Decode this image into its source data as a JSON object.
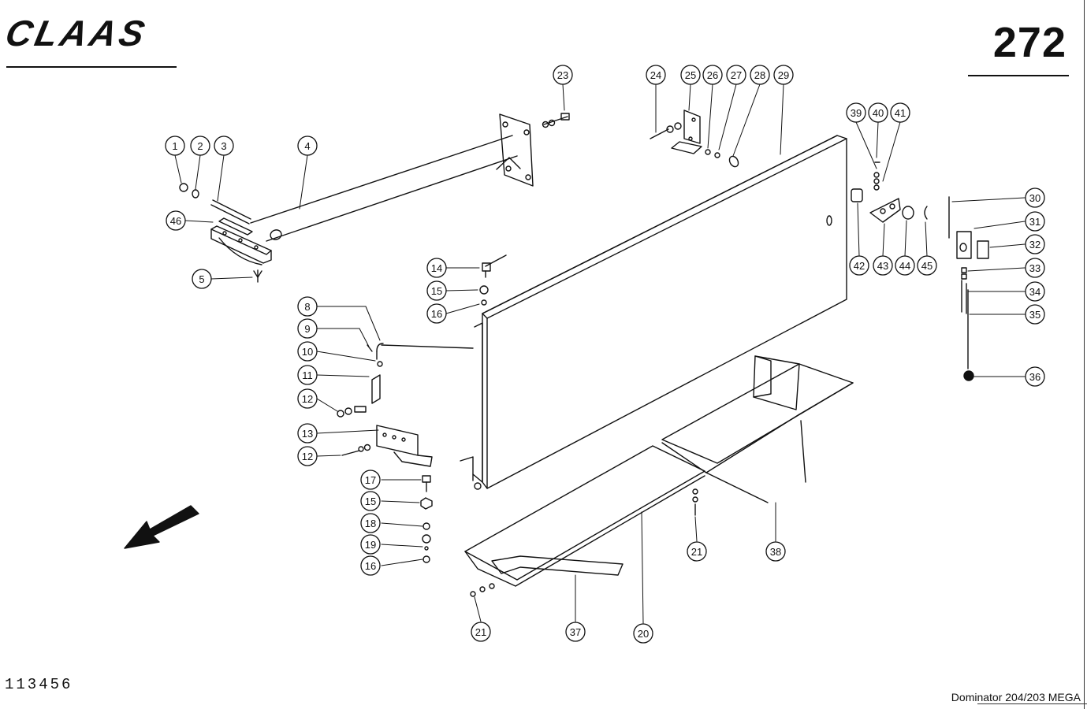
{
  "header": {
    "brand": "CLAAS",
    "page_number": "272"
  },
  "footer": {
    "document_number": "113456",
    "model": "Dominator 204/203 MEGA"
  },
  "callouts": [
    {
      "id": "c1",
      "label": "1"
    },
    {
      "id": "c2",
      "label": "2"
    },
    {
      "id": "c3",
      "label": "3"
    },
    {
      "id": "c4",
      "label": "4"
    },
    {
      "id": "c46",
      "label": "46"
    },
    {
      "id": "c5",
      "label": "5"
    },
    {
      "id": "c23",
      "label": "23"
    },
    {
      "id": "c24",
      "label": "24"
    },
    {
      "id": "c25",
      "label": "25"
    },
    {
      "id": "c26",
      "label": "26"
    },
    {
      "id": "c27",
      "label": "27"
    },
    {
      "id": "c28",
      "label": "28"
    },
    {
      "id": "c29",
      "label": "29"
    },
    {
      "id": "c39",
      "label": "39"
    },
    {
      "id": "c40",
      "label": "40"
    },
    {
      "id": "c41",
      "label": "41"
    },
    {
      "id": "c30",
      "label": "30"
    },
    {
      "id": "c31",
      "label": "31"
    },
    {
      "id": "c32",
      "label": "32"
    },
    {
      "id": "c33",
      "label": "33"
    },
    {
      "id": "c34",
      "label": "34"
    },
    {
      "id": "c35",
      "label": "35"
    },
    {
      "id": "c36",
      "label": "36"
    },
    {
      "id": "c42",
      "label": "42"
    },
    {
      "id": "c43",
      "label": "43"
    },
    {
      "id": "c44",
      "label": "44"
    },
    {
      "id": "c45",
      "label": "45"
    },
    {
      "id": "c14",
      "label": "14"
    },
    {
      "id": "c15a",
      "label": "15"
    },
    {
      "id": "c16a",
      "label": "16"
    },
    {
      "id": "c8",
      "label": "8"
    },
    {
      "id": "c9",
      "label": "9"
    },
    {
      "id": "c10",
      "label": "10"
    },
    {
      "id": "c11",
      "label": "11"
    },
    {
      "id": "c12a",
      "label": "12"
    },
    {
      "id": "c13",
      "label": "13"
    },
    {
      "id": "c12b",
      "label": "12"
    },
    {
      "id": "c17",
      "label": "17"
    },
    {
      "id": "c15b",
      "label": "15"
    },
    {
      "id": "c18",
      "label": "18"
    },
    {
      "id": "c19",
      "label": "19"
    },
    {
      "id": "c16b",
      "label": "16"
    },
    {
      "id": "c21a",
      "label": "21"
    },
    {
      "id": "c37",
      "label": "37"
    },
    {
      "id": "c20",
      "label": "20"
    },
    {
      "id": "c21b",
      "label": "21"
    },
    {
      "id": "c38",
      "label": "38"
    }
  ]
}
